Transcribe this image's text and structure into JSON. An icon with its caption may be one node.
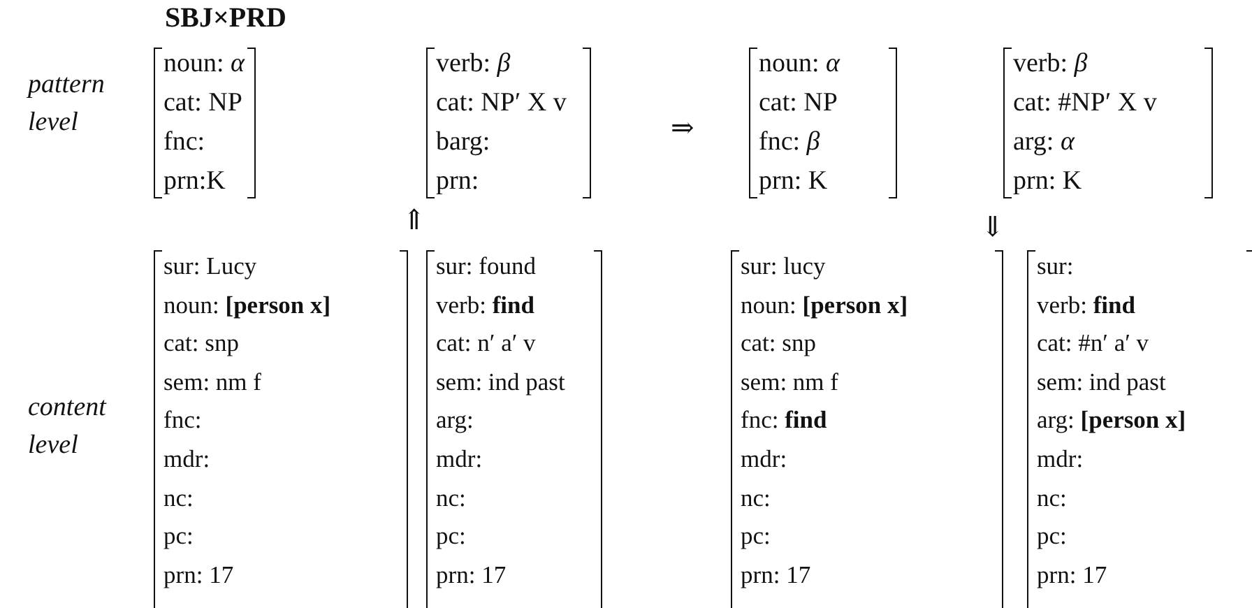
{
  "diagram": {
    "title": "SBJ×PRD",
    "nodes": [
      {
        "text": [
          "noun: *α*",
          "cat: NP",
          "fnc:",
          "prn:K"
        ]
      },
      {
        "text": [
          "verb: *β*",
          "cat: NP′ X v",
          "barg:",
          "prn:"
        ]
      },
      {
        "text": [
          "noun: *α*",
          "cat: NP",
          "fnc: *β*",
          "prn: K"
        ]
      },
      {
        "text": [
          "verb: *β*",
          "cat: #NP′ X v",
          "arg: *α*",
          "prn: K"
        ]
      },
      {
        "text": [
          "sur: Lucy",
          "noun: **[person x]**",
          "cat: snp",
          "sem: nm f",
          "fnc:",
          "mdr:",
          "nc:",
          "pc:",
          "prn: 17"
        ]
      },
      {
        "text": [
          "sur: found",
          "verb: **find**",
          "cat: n′ a′ v",
          "sem: ind past",
          "arg:",
          "mdr:",
          "nc:",
          "pc:",
          "prn: 17"
        ]
      },
      {
        "text": [
          "sur: lucy",
          "noun: **[person x]**",
          "cat: snp",
          "sem: nm f",
          "fnc: **find**",
          "mdr:",
          "nc:",
          "pc:",
          "prn: 17"
        ]
      },
      {
        "text": [
          "sur:",
          "verb: **find**",
          "cat: #n′ a′ v",
          "sem: ind past",
          "arg: **[person x]**",
          "mdr:",
          "nc:",
          "pc:",
          "prn: 17"
        ]
      }
    ],
    "labels": [
      "pattern level",
      "⇒",
      "⇑",
      "⇓",
      "content level"
    ]
  }
}
